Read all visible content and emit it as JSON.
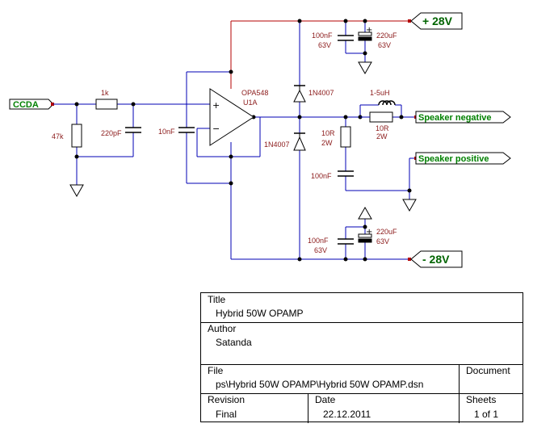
{
  "ports": {
    "input": "CCDA",
    "rail_positive": "+ 28V",
    "rail_negative": "- 28V",
    "speaker_negative": "Speaker negative",
    "speaker_positive": "Speaker positive"
  },
  "components": {
    "r_series": "1k",
    "r_input": "47k",
    "c_input": "220pF",
    "c_opamp": "10nF",
    "opamp_part": "OPA548",
    "opamp_ref": "U1A",
    "opamp_plus": "+",
    "opamp_minus": "−",
    "diode_top": "1N4007",
    "diode_bottom": "1N4007",
    "c_pos_small": "100nF",
    "c_pos_small_v": "63V",
    "c_pos_big": "220uF",
    "c_pos_big_v": "63V",
    "c_neg_small": "100nF",
    "c_neg_small_v": "63V",
    "c_neg_big": "220uF",
    "c_neg_big_v": "63V",
    "inductor": "1-5uH",
    "r_parallel": "10R",
    "r_parallel_w": "2W",
    "r_zobel": "10R",
    "r_zobel_w": "2W",
    "c_zobel": "100nF",
    "electrolytic_mark": "+"
  },
  "title_block": {
    "title_caption": "Title",
    "title": "Hybrid  50W OPAMP",
    "author_caption": "Author",
    "author": "Satanda",
    "file_caption": "File",
    "file": "ps\\Hybrid 50W OPAMP\\Hybrid 50W OPAMP.dsn",
    "document_caption": "Document",
    "revision_caption": "Revision",
    "revision": "Final",
    "date_caption": "Date",
    "date": "22.12.2011",
    "sheets_caption": "Sheets",
    "sheets": "1 of 1"
  },
  "colors": {
    "wire_signal": "#0000b4",
    "wire_power": "#b40000",
    "component": "#000000",
    "label": "#8b1a1a",
    "port_text": "#008000"
  }
}
